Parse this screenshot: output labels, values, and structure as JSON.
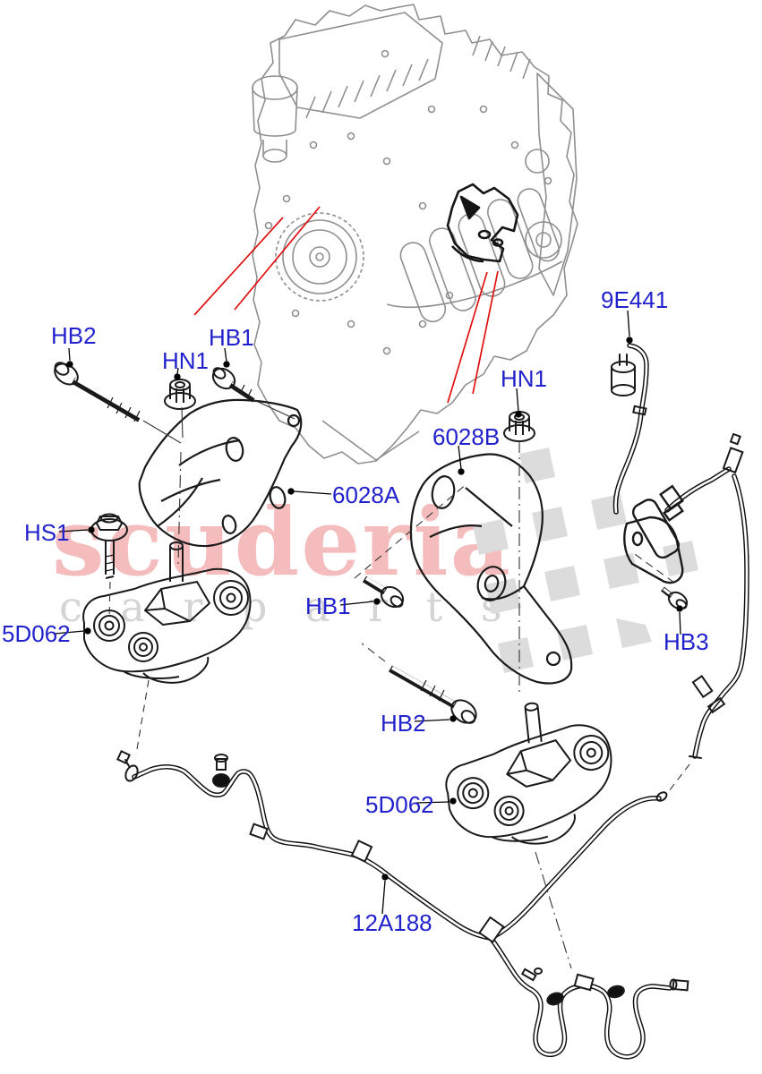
{
  "diagram": {
    "type": "parts-exploded-diagram",
    "subject": "engine-mountings",
    "watermark": {
      "title": "scuderia",
      "subtitle": "c a r   p a r t s"
    },
    "labels": [
      {
        "id": "HB2-upper",
        "text": "HB2"
      },
      {
        "id": "HN1-left",
        "text": "HN1"
      },
      {
        "id": "HB1-upper",
        "text": "HB1"
      },
      {
        "id": "9E441",
        "text": "9E441"
      },
      {
        "id": "6028A",
        "text": "6028A"
      },
      {
        "id": "6028B",
        "text": "6028B"
      },
      {
        "id": "HN1-right",
        "text": "HN1"
      },
      {
        "id": "HS1",
        "text": "HS1"
      },
      {
        "id": "HB1-lower",
        "text": "HB1"
      },
      {
        "id": "5D062-left",
        "text": "5D062"
      },
      {
        "id": "HB3",
        "text": "HB3"
      },
      {
        "id": "HB2-lower",
        "text": "HB2"
      },
      {
        "id": "5D062-right",
        "text": "5D062"
      },
      {
        "id": "12A188",
        "text": "12A188"
      }
    ],
    "colors": {
      "background": "#ffffff",
      "label_blue": "#2222cc",
      "red_pointer": "#e01010",
      "part_line": "#1a1a1a",
      "engine_line": "#8f8f8f",
      "watermark_pink": "#f4bcbc",
      "watermark_gray": "#d4d4d4",
      "checker_gray": "#dcdcdc"
    }
  }
}
